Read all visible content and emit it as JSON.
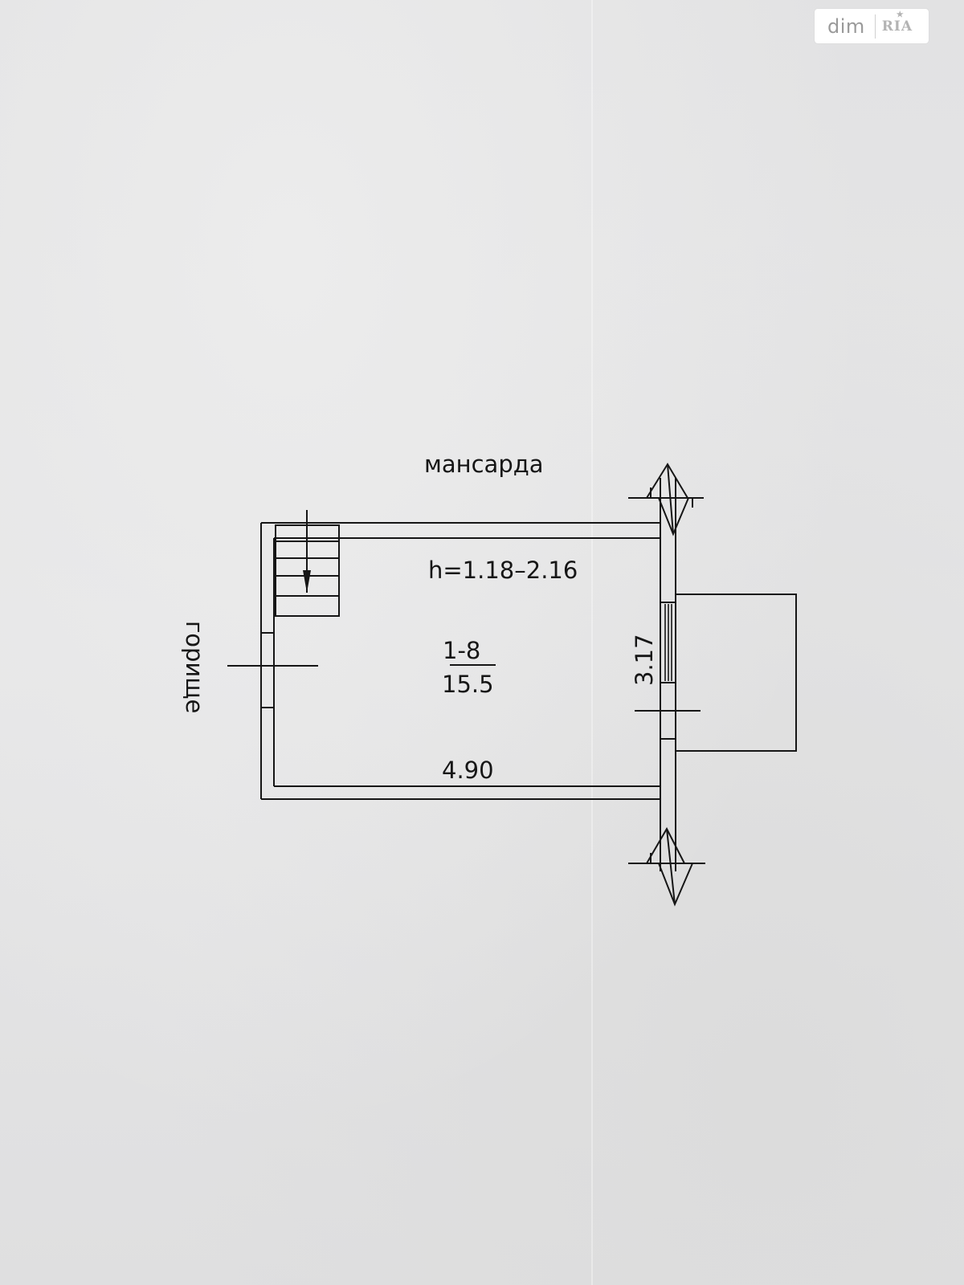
{
  "watermark": {
    "brand": "dim",
    "logo": "RIA",
    "logo_icon": "star-icon"
  },
  "floorplan": {
    "top_label": "мансарда",
    "side_label": "горище",
    "height_label": "h=1.18–2.16",
    "room_number": "1-8",
    "room_area": "15.5",
    "dim_length": "4.90",
    "dim_width": "3.17",
    "line_color": "#161616",
    "paper_color": "#e4e4e4"
  }
}
